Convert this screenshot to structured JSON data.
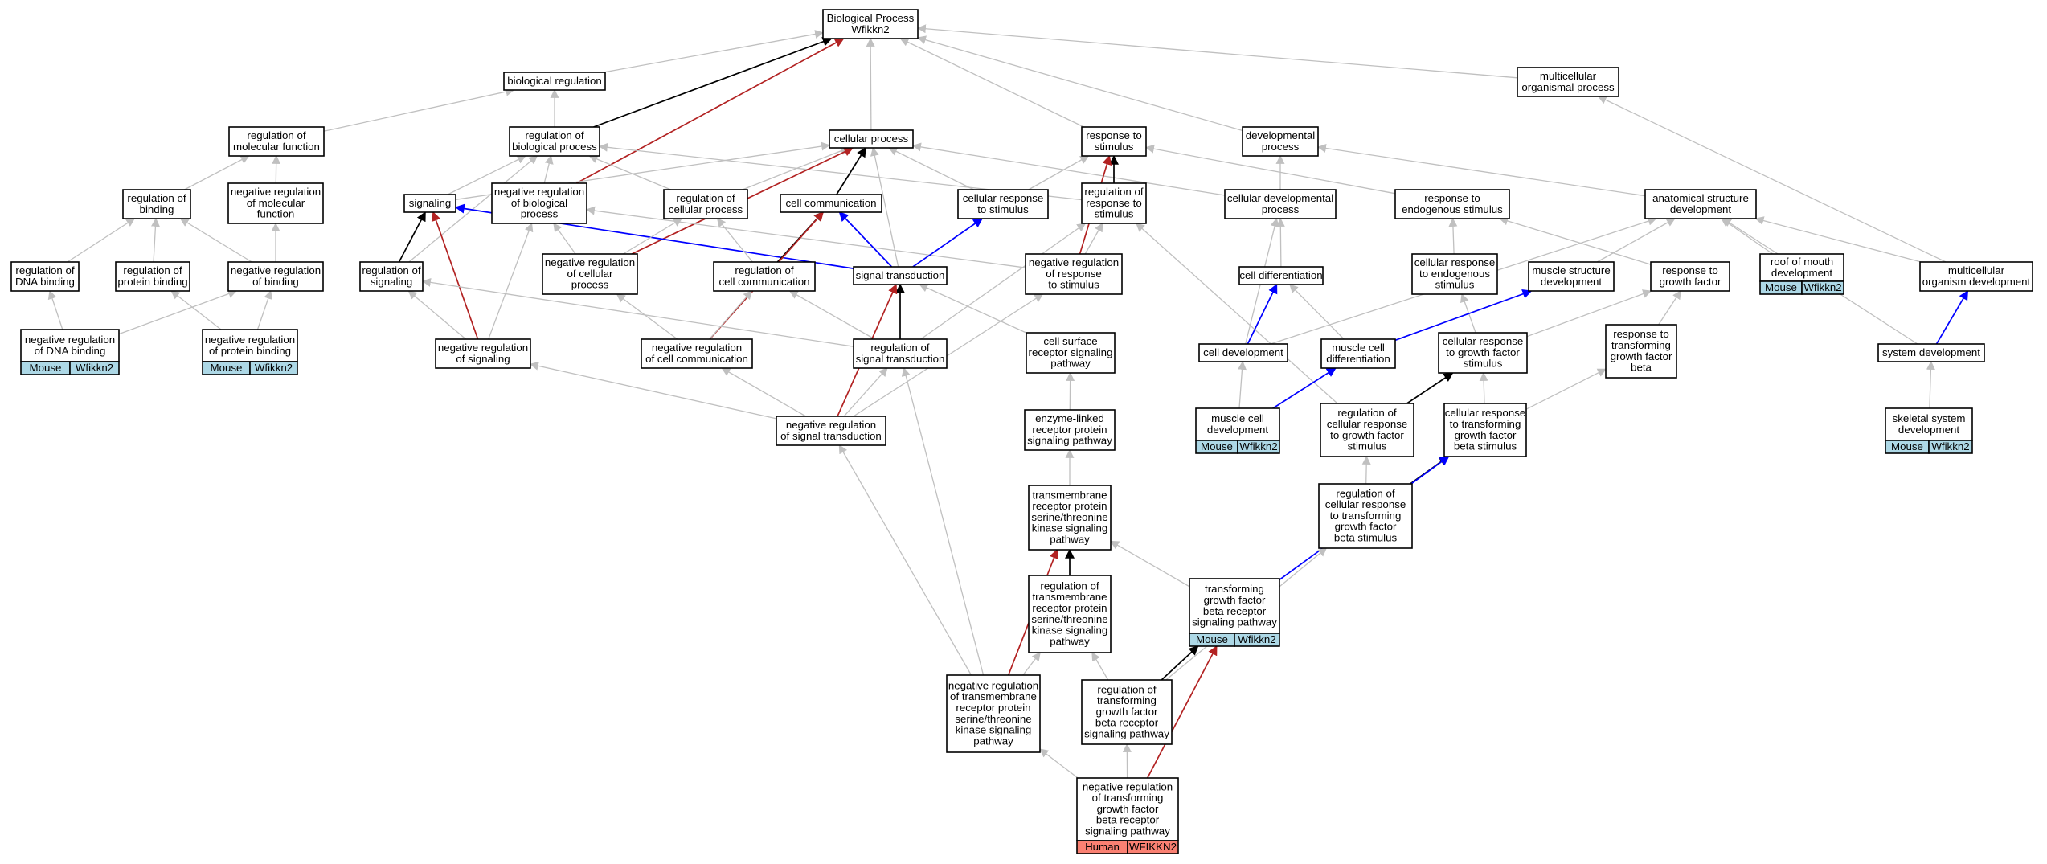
{
  "colors": {
    "gray": "#c0c0c0",
    "black": "#000000",
    "blue": "#0000ff",
    "red": "#b22222",
    "mouse_fill": "#add8e6",
    "human_fill": "#fa8072"
  },
  "nodes": [
    {
      "id": "bp",
      "lines": [
        "Biological Process",
        "Wfikkn2"
      ]
    },
    {
      "id": "bioreg",
      "lines": [
        "biological regulation"
      ]
    },
    {
      "id": "multiorg",
      "lines": [
        "multicellular",
        "organismal process"
      ]
    },
    {
      "id": "regmol",
      "lines": [
        "regulation of",
        "molecular function"
      ]
    },
    {
      "id": "regbio",
      "lines": [
        "regulation of",
        "biological process"
      ]
    },
    {
      "id": "cellproc",
      "lines": [
        "cellular process"
      ]
    },
    {
      "id": "resp",
      "lines": [
        "response to",
        "stimulus"
      ]
    },
    {
      "id": "devproc",
      "lines": [
        "developmental",
        "process"
      ]
    },
    {
      "id": "regbind",
      "lines": [
        "regulation of",
        "binding"
      ]
    },
    {
      "id": "negregmol",
      "lines": [
        "negative regulation",
        "of molecular",
        "function"
      ]
    },
    {
      "id": "signaling",
      "lines": [
        "signaling"
      ]
    },
    {
      "id": "negregbio",
      "lines": [
        "negative regulation",
        "of biological",
        "process"
      ]
    },
    {
      "id": "regcell",
      "lines": [
        "regulation of",
        "cellular process"
      ]
    },
    {
      "id": "cellcomm",
      "lines": [
        "cell communication"
      ]
    },
    {
      "id": "cellresp",
      "lines": [
        "cellular response",
        "to stimulus"
      ]
    },
    {
      "id": "regresp",
      "lines": [
        "regulation of",
        "response to",
        "stimulus"
      ]
    },
    {
      "id": "celldevproc",
      "lines": [
        "cellular developmental",
        "process"
      ]
    },
    {
      "id": "respendo",
      "lines": [
        "response to",
        "endogenous stimulus"
      ]
    },
    {
      "id": "anat",
      "lines": [
        "anatomical structure",
        "development"
      ]
    },
    {
      "id": "regdna",
      "lines": [
        "regulation of",
        "DNA binding"
      ]
    },
    {
      "id": "regprot",
      "lines": [
        "regulation of",
        "protein binding"
      ]
    },
    {
      "id": "negregbind",
      "lines": [
        "negative regulation",
        "of binding"
      ]
    },
    {
      "id": "regsig",
      "lines": [
        "regulation of",
        "signaling"
      ]
    },
    {
      "id": "negregcell",
      "lines": [
        "negative regulation",
        "of cellular",
        "process"
      ]
    },
    {
      "id": "regcellcomm",
      "lines": [
        "regulation of",
        "cell communication"
      ]
    },
    {
      "id": "sigtrans",
      "lines": [
        "signal transduction"
      ]
    },
    {
      "id": "negregresp",
      "lines": [
        "negative regulation",
        "of response",
        "to stimulus"
      ]
    },
    {
      "id": "celldiff",
      "lines": [
        "cell differentiation"
      ]
    },
    {
      "id": "cellrespendo",
      "lines": [
        "cellular response",
        "to endogenous",
        "stimulus"
      ]
    },
    {
      "id": "musclestruct",
      "lines": [
        "muscle structure",
        "development"
      ]
    },
    {
      "id": "respgf",
      "lines": [
        "response to",
        "growth factor"
      ]
    },
    {
      "id": "roofmouth",
      "lines": [
        "roof of mouth",
        "development"
      ],
      "anno": [
        "Mouse",
        "Wfikkn2"
      ],
      "species": "mouse"
    },
    {
      "id": "multidev",
      "lines": [
        "multicellular",
        "organism development"
      ]
    },
    {
      "id": "negregdna",
      "lines": [
        "negative regulation",
        "of DNA binding"
      ],
      "anno": [
        "Mouse",
        "Wfikkn2"
      ],
      "species": "mouse"
    },
    {
      "id": "negregprot",
      "lines": [
        "negative regulation",
        "of protein binding"
      ],
      "anno": [
        "Mouse",
        "Wfikkn2"
      ],
      "species": "mouse"
    },
    {
      "id": "negregsig",
      "lines": [
        "negative regulation",
        "of signaling"
      ]
    },
    {
      "id": "negregcellcomm",
      "lines": [
        "negative regulation",
        "of cell communication"
      ]
    },
    {
      "id": "regsigtrans",
      "lines": [
        "regulation of",
        "signal transduction"
      ]
    },
    {
      "id": "cellsurf",
      "lines": [
        "cell surface",
        "receptor signaling",
        "pathway"
      ]
    },
    {
      "id": "celldev",
      "lines": [
        "cell development"
      ]
    },
    {
      "id": "musclediff",
      "lines": [
        "muscle cell",
        "differentiation"
      ]
    },
    {
      "id": "cellrespgf",
      "lines": [
        "cellular response",
        "to growth factor",
        "stimulus"
      ]
    },
    {
      "id": "resptgfb",
      "lines": [
        "response to",
        "transforming",
        "growth factor",
        "beta"
      ]
    },
    {
      "id": "sysdev",
      "lines": [
        "system development"
      ]
    },
    {
      "id": "negregsigtrans",
      "lines": [
        "negative regulation",
        "of signal transduction"
      ]
    },
    {
      "id": "enzyme",
      "lines": [
        "enzyme-linked",
        "receptor protein",
        "signaling pathway"
      ]
    },
    {
      "id": "muscledev",
      "lines": [
        "muscle cell",
        "development"
      ],
      "anno": [
        "Mouse",
        "Wfikkn2"
      ],
      "species": "mouse"
    },
    {
      "id": "regcellrespgf",
      "lines": [
        "regulation of",
        "cellular response",
        "to growth factor",
        "stimulus"
      ]
    },
    {
      "id": "cellresptgfb",
      "lines": [
        "cellular response",
        "to transforming",
        "growth factor",
        "beta stimulus"
      ]
    },
    {
      "id": "skeletal",
      "lines": [
        "skeletal system",
        "development"
      ],
      "anno": [
        "Mouse",
        "Wfikkn2"
      ],
      "species": "mouse"
    },
    {
      "id": "tmrec",
      "lines": [
        "transmembrane",
        "receptor protein",
        "serine/threonine",
        "kinase signaling",
        "pathway"
      ]
    },
    {
      "id": "regcellresptgfb",
      "lines": [
        "regulation of",
        "cellular response",
        "to transforming",
        "growth factor",
        "beta stimulus"
      ]
    },
    {
      "id": "regtm",
      "lines": [
        "regulation of",
        "transmembrane",
        "receptor protein",
        "serine/threonine",
        "kinase signaling",
        "pathway"
      ]
    },
    {
      "id": "tgfb",
      "lines": [
        "transforming",
        "growth factor",
        "beta receptor",
        "signaling pathway"
      ],
      "anno": [
        "Mouse",
        "Wfikkn2"
      ],
      "species": "mouse"
    },
    {
      "id": "negregtm",
      "lines": [
        "negative regulation",
        "of transmembrane",
        "receptor protein",
        "serine/threonine",
        "kinase signaling",
        "pathway"
      ]
    },
    {
      "id": "regtgfb",
      "lines": [
        "regulation of",
        "transforming",
        "growth factor",
        "beta receptor",
        "signaling pathway"
      ]
    },
    {
      "id": "negregtgfb",
      "lines": [
        "negative regulation",
        "of transforming",
        "growth factor",
        "beta receptor",
        "signaling pathway"
      ],
      "anno": [
        "Human",
        "WFIKKN2"
      ],
      "species": "human"
    }
  ],
  "edges": [
    [
      "bioreg",
      "bp",
      "gray"
    ],
    [
      "multiorg",
      "bp",
      "gray"
    ],
    [
      "regbio",
      "bp",
      "black"
    ],
    [
      "negregbio",
      "bp",
      "red"
    ],
    [
      "cellproc",
      "bp",
      "gray"
    ],
    [
      "resp",
      "bp",
      "gray"
    ],
    [
      "devproc",
      "bp",
      "gray"
    ],
    [
      "regbio",
      "bioreg",
      "gray"
    ],
    [
      "regmol",
      "bioreg",
      "gray"
    ],
    [
      "regbind",
      "regmol",
      "gray"
    ],
    [
      "negregmol",
      "regmol",
      "gray"
    ],
    [
      "signaling",
      "regbio",
      "gray"
    ],
    [
      "signaling",
      "cellproc",
      "gray"
    ],
    [
      "negregbio",
      "regbio",
      "gray"
    ],
    [
      "regcell",
      "regbio",
      "gray"
    ],
    [
      "regresp",
      "regbio",
      "gray"
    ],
    [
      "regsig",
      "regbio",
      "gray"
    ],
    [
      "regcell",
      "cellproc",
      "gray"
    ],
    [
      "cellcomm",
      "cellproc",
      "black"
    ],
    [
      "negregcell",
      "cellproc",
      "red"
    ],
    [
      "cellresp",
      "cellproc",
      "gray"
    ],
    [
      "celldevproc",
      "cellproc",
      "gray"
    ],
    [
      "sigtrans",
      "cellproc",
      "gray"
    ],
    [
      "cellresp",
      "resp",
      "gray"
    ],
    [
      "regresp",
      "resp",
      "black"
    ],
    [
      "negregresp",
      "resp",
      "red"
    ],
    [
      "respendo",
      "resp",
      "gray"
    ],
    [
      "celldevproc",
      "devproc",
      "gray"
    ],
    [
      "anat",
      "devproc",
      "gray"
    ],
    [
      "regdna",
      "regbind",
      "gray"
    ],
    [
      "regprot",
      "regbind",
      "gray"
    ],
    [
      "negregbind",
      "regbind",
      "gray"
    ],
    [
      "negregbind",
      "negregmol",
      "gray"
    ],
    [
      "regsig",
      "signaling",
      "black"
    ],
    [
      "negregsig",
      "signaling",
      "red"
    ],
    [
      "sigtrans",
      "signaling",
      "blue"
    ],
    [
      "negregsig",
      "negregbio",
      "gray"
    ],
    [
      "negregcell",
      "negregbio",
      "gray"
    ],
    [
      "negregresp",
      "negregbio",
      "gray"
    ],
    [
      "negregcell",
      "regcell",
      "gray"
    ],
    [
      "regcellcomm",
      "regcell",
      "gray"
    ],
    [
      "regcellcomm",
      "cellcomm",
      "black"
    ],
    [
      "negregcellcomm",
      "cellcomm",
      "red"
    ],
    [
      "sigtrans",
      "cellcomm",
      "blue"
    ],
    [
      "sigtrans",
      "cellresp",
      "blue"
    ],
    [
      "negregresp",
      "regresp",
      "gray"
    ],
    [
      "regsigtrans",
      "regresp",
      "gray"
    ],
    [
      "regcellrespgf",
      "regresp",
      "gray"
    ],
    [
      "celldiff",
      "celldevproc",
      "gray"
    ],
    [
      "celldev",
      "celldevproc",
      "gray"
    ],
    [
      "cellrespendo",
      "respendo",
      "gray"
    ],
    [
      "respgf",
      "respendo",
      "gray"
    ],
    [
      "musclestruct",
      "anat",
      "gray"
    ],
    [
      "roofmouth",
      "anat",
      "gray"
    ],
    [
      "multidev",
      "anat",
      "gray"
    ],
    [
      "celldev",
      "anat",
      "gray"
    ],
    [
      "sysdev",
      "anat",
      "gray"
    ],
    [
      "negregdna",
      "regdna",
      "gray"
    ],
    [
      "negregprot",
      "regprot",
      "gray"
    ],
    [
      "negregprot",
      "negregbind",
      "gray"
    ],
    [
      "negregdna",
      "negregbind",
      "gray"
    ],
    [
      "negregsig",
      "regsig",
      "gray"
    ],
    [
      "regsigtrans",
      "regsig",
      "gray"
    ],
    [
      "negregcellcomm",
      "negregcell",
      "gray"
    ],
    [
      "negregcellcomm",
      "regcellcomm",
      "gray"
    ],
    [
      "regsigtrans",
      "regcellcomm",
      "gray"
    ],
    [
      "regsigtrans",
      "sigtrans",
      "black"
    ],
    [
      "negregsigtrans",
      "sigtrans",
      "red"
    ],
    [
      "cellsurf",
      "sigtrans",
      "gray"
    ],
    [
      "negregsigtrans",
      "negregresp",
      "gray"
    ],
    [
      "celldev",
      "celldiff",
      "blue"
    ],
    [
      "musclediff",
      "celldiff",
      "gray"
    ],
    [
      "cellrespgf",
      "cellrespendo",
      "gray"
    ],
    [
      "musclediff",
      "musclestruct",
      "blue"
    ],
    [
      "cellrespgf",
      "respgf",
      "gray"
    ],
    [
      "resptgfb",
      "respgf",
      "gray"
    ],
    [
      "multidev",
      "multiorg",
      "gray"
    ],
    [
      "sysdev",
      "multidev",
      "blue"
    ],
    [
      "negregsigtrans",
      "negregsig",
      "gray"
    ],
    [
      "negregsigtrans",
      "negregcellcomm",
      "gray"
    ],
    [
      "negregsigtrans",
      "regsigtrans",
      "gray"
    ],
    [
      "negregtm",
      "regsigtrans",
      "gray"
    ],
    [
      "enzyme",
      "cellsurf",
      "gray"
    ],
    [
      "muscledev",
      "celldev",
      "gray"
    ],
    [
      "muscledev",
      "musclediff",
      "blue"
    ],
    [
      "regcellrespgf",
      "cellrespgf",
      "black"
    ],
    [
      "cellresptgfb",
      "cellrespgf",
      "gray"
    ],
    [
      "cellresptgfb",
      "resptgfb",
      "gray"
    ],
    [
      "negregtm",
      "negregsigtrans",
      "gray"
    ],
    [
      "skeletal",
      "sysdev",
      "gray"
    ],
    [
      "tmrec",
      "enzyme",
      "gray"
    ],
    [
      "regcellresptgfb",
      "regcellrespgf",
      "gray"
    ],
    [
      "regcellresptgfb",
      "cellresptgfb",
      "black"
    ],
    [
      "regtm",
      "tmrec",
      "black"
    ],
    [
      "negregtm",
      "tmrec",
      "red"
    ],
    [
      "tgfb",
      "tmrec",
      "gray"
    ],
    [
      "tgfb",
      "cellresptgfb",
      "blue"
    ],
    [
      "regtgfb",
      "regcellresptgfb",
      "gray"
    ],
    [
      "negregtm",
      "regtm",
      "gray"
    ],
    [
      "regtgfb",
      "regtm",
      "gray"
    ],
    [
      "regtgfb",
      "tgfb",
      "black"
    ],
    [
      "negregtgfb",
      "tgfb",
      "red"
    ],
    [
      "negregtgfb",
      "negregtm",
      "gray"
    ],
    [
      "negregtgfb",
      "regtgfb",
      "gray"
    ]
  ]
}
